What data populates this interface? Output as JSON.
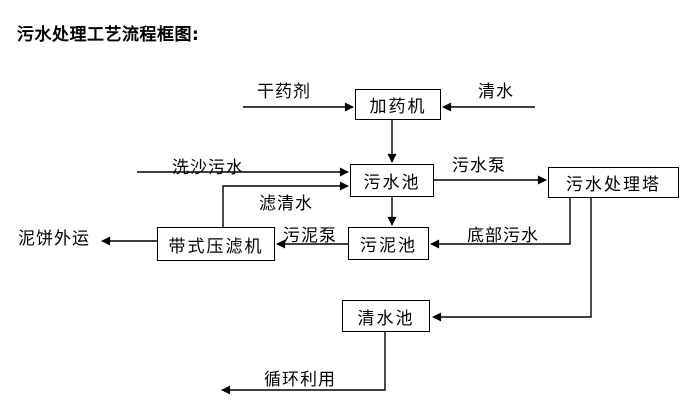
{
  "title": "污水处理工艺流程框图:",
  "diagram": {
    "nodes": {
      "dosing_machine": "加药机",
      "sewage_pool": "污水池",
      "treatment_tower": "污水处理塔",
      "belt_filter_press": "带式压滤机",
      "sludge_pool": "污泥池",
      "clean_water_pool": "清水池"
    },
    "flow_labels": {
      "dry_chemical": "干药剂",
      "clean_water": "清水",
      "sand_washing_sewage": "洗沙污水",
      "sewage_pump": "污水泵",
      "filtered_water": "滤清水",
      "sludge_pump": "污泥泵",
      "bottom_sewage": "底部污水",
      "mud_cake_outbound": "泥饼外运",
      "recycling": "循环利用"
    },
    "edges": [
      {
        "from": "干药剂(外部)",
        "to": "加药机",
        "label": "干药剂"
      },
      {
        "from": "清水(外部)",
        "to": "加药机",
        "label": "清水"
      },
      {
        "from": "加药机",
        "to": "污水池",
        "label": ""
      },
      {
        "from": "洗沙污水(外部)",
        "to": "污水池",
        "label": "洗沙污水"
      },
      {
        "from": "带式压滤机",
        "to": "污水池",
        "label": "滤清水"
      },
      {
        "from": "污水池",
        "to": "污水处理塔",
        "label": "污水泵"
      },
      {
        "from": "污水池",
        "to": "污泥池",
        "label": ""
      },
      {
        "from": "污水处理塔",
        "to": "污泥池",
        "label": "底部污水"
      },
      {
        "from": "污泥池",
        "to": "带式压滤机",
        "label": "污泥泵"
      },
      {
        "from": "带式压滤机",
        "to": "外运",
        "label": "泥饼外运"
      },
      {
        "from": "污水处理塔",
        "to": "清水池",
        "label": ""
      },
      {
        "from": "清水池",
        "to": "回用",
        "label": "循环利用"
      }
    ],
    "colors": {
      "line": "#000000",
      "text": "#000000",
      "background": "#ffffff"
    }
  }
}
